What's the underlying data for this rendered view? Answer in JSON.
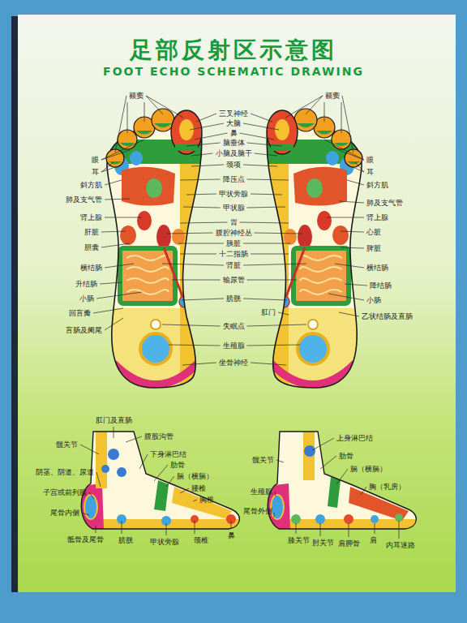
{
  "diagram": {
    "title": "足部反射区示意图",
    "labels": [
      "FOOT ECHO SCHEMATIC DRAWING",
      "三叉神经",
      "大脑",
      "鼻",
      "脑垂体",
      "小脑及脑干",
      "颈项",
      "降压点",
      "甲状旁腺",
      "甲状腺",
      "胃",
      "腹腔神经丛",
      "胰脏",
      "十二指肠",
      "肾脏",
      "输尿管",
      "膀胱",
      "失眠点",
      "生殖腺",
      "坐骨神经",
      "额窦",
      "眼",
      "耳",
      "斜方肌",
      "肺及支气管",
      "肾上腺",
      "肝脏",
      "胆囊",
      "横结肠",
      "升结肠",
      "小肠",
      "回盲瓣",
      "盲肠及阑尾",
      "额窦",
      "眼",
      "耳",
      "斜方肌",
      "肺及支气管",
      "肾上腺",
      "心脏",
      "脾脏",
      "横结肠",
      "降结肠",
      "小肠",
      "乙状结肠及直肠",
      "肛门",
      "肛门及直肠",
      "腹股沟管",
      "下身淋巴结",
      "肋骨",
      "膈（横膈）",
      "腰椎",
      "胸椎",
      "髋关节",
      "阴茎、阴道、尿道",
      "子宫或前列腺",
      "尾骨内侧",
      "骶骨及尾骨",
      "膀胱",
      "甲状旁腺",
      "颈椎",
      "鼻",
      "上身淋巴结",
      "肋骨",
      "膈（横膈）",
      "胸（乳房）",
      "髋关节",
      "生殖腺",
      "尾骨外侧",
      "膝关节",
      "肘关节",
      "肩胛骨",
      "肩",
      "内耳迷路"
    ]
  }
}
